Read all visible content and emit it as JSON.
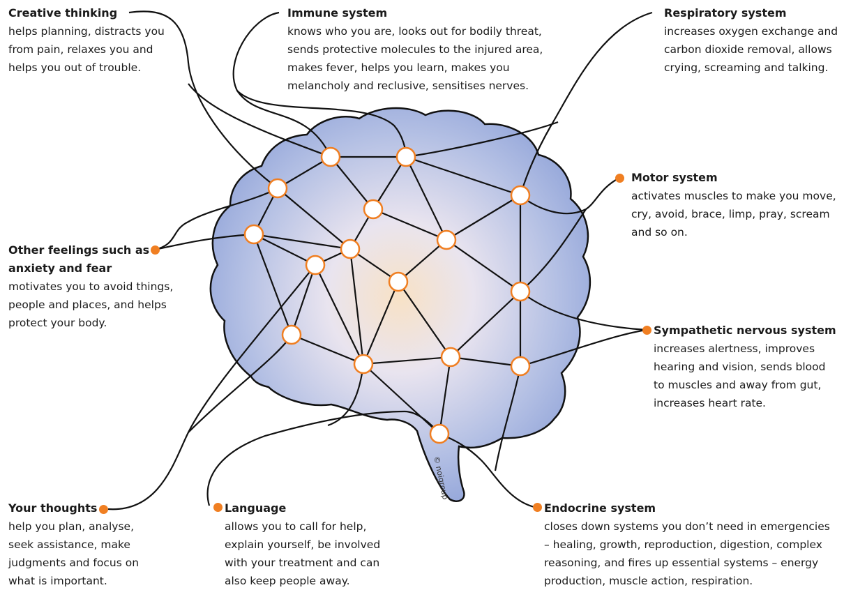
{
  "copyright": "© noigroup",
  "colors": {
    "accent": "#f07f22",
    "brain": "#9fb0dd",
    "line": "#111111"
  },
  "labels": {
    "creative": {
      "title": "Creative thinking",
      "desc": "helps planning, distracts you\nfrom pain, relaxes you and\nhelps you out of trouble."
    },
    "immune": {
      "title": "Immune system",
      "desc": "knows who you are, looks out for bodily threat,\nsends protective molecules to the injured area,\nmakes fever, helps you learn, makes you\nmelancholy and reclusive, sensitises nerves."
    },
    "respiratory": {
      "title": "Respiratory system",
      "desc": "increases oxygen exchange and\ncarbon dioxide removal, allows\ncrying, screaming and talking."
    },
    "motor": {
      "title": "Motor system",
      "desc": "activates muscles to make you move,\ncry, avoid, brace, limp, pray, scream\nand so on."
    },
    "feelings": {
      "title": "Other feelings such as\nanxiety and fear",
      "desc": "motivates you to avoid things,\npeople and places, and helps\nprotect your body."
    },
    "sympathetic": {
      "title": "Sympathetic nervous system",
      "desc": "increases alertness, improves\nhearing and vision, sends blood\nto muscles and away from gut,\nincreases heart rate."
    },
    "thoughts": {
      "title": "Your thoughts",
      "desc": "help you plan, analyse,\nseek assistance, make\njudgments and focus on\nwhat is important."
    },
    "language": {
      "title": "Language",
      "desc": "allows you to call for help,\nexplain yourself, be involved\nwith your treatment and can\nalso keep people away."
    },
    "endocrine": {
      "title": "Endocrine system",
      "desc": "closes down systems you don’t need in emergencies\n– healing, growth, reproduction, digestion, complex\nreasoning, and fires up essential systems – energy\nproduction, muscle action, respiration."
    }
  }
}
